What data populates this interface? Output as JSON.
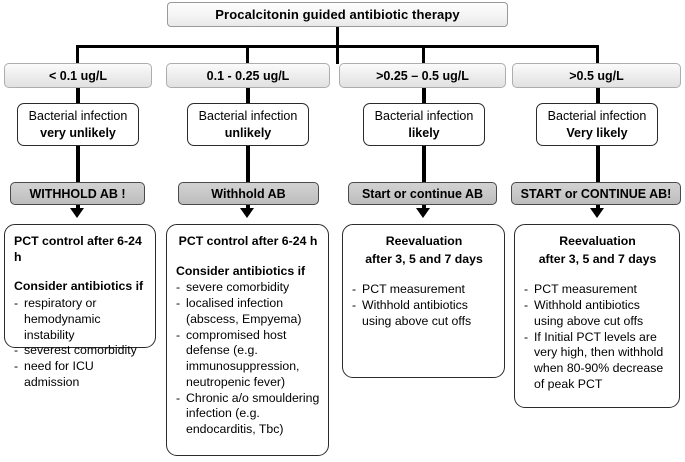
{
  "title": "Procalcitonin guided antibiotic therapy",
  "columns": [
    {
      "threshold": "< 0.1 ug/L",
      "likelihood_line1": "Bacterial infection",
      "likelihood_line2": "very unlikely",
      "action": "WITHHOLD AB !",
      "detail_head": "PCT control after 6-24 h",
      "detail_sub": "Consider antibiotics if",
      "detail_items": [
        "respiratory or hemodynamic instability",
        "severest comorbidity",
        "need for ICU admission"
      ]
    },
    {
      "threshold": "0.1 - 0.25 ug/L",
      "likelihood_line1": "Bacterial infection",
      "likelihood_line2": "unlikely",
      "action": "Withhold  AB",
      "detail_head": "PCT control after 6-24 h",
      "detail_sub": "Consider antibiotics if",
      "detail_items": [
        "severe comorbidity",
        "localised infection (abscess, Empyema)",
        "compromised host defense (e.g. immunosuppression, neutropenic fever)",
        "Chronic a/o smouldering infection (e.g. endocarditis, Tbc)"
      ]
    },
    {
      "threshold": ">0.25 – 0.5 ug/L",
      "likelihood_line1": "Bacterial infection",
      "likelihood_line2": "likely",
      "action": "Start or continue AB",
      "detail_head_line1": "Reevaluation",
      "detail_head_line2": "after 3, 5 and 7 days",
      "detail_items": [
        "PCT measurement",
        "Withhold antibiotics using above cut offs"
      ]
    },
    {
      "threshold": ">0.5 ug/L",
      "likelihood_line1": "Bacterial infection",
      "likelihood_line2": "Very likely",
      "action": "START or CONTINUE AB!",
      "detail_head_line1": "Reevaluation",
      "detail_head_line2": "after 3, 5 and 7 days",
      "detail_items": [
        "PCT measurement",
        "Withhold antibiotics using above cut offs",
        "If Initial PCT levels are very high, then withhold when 80-90% decrease of peak PCT"
      ]
    }
  ],
  "colors": {
    "line": "#000000",
    "action_fill": "#c8c8c8",
    "threshold_fill": "#ededed",
    "box_fill": "#ffffff"
  }
}
